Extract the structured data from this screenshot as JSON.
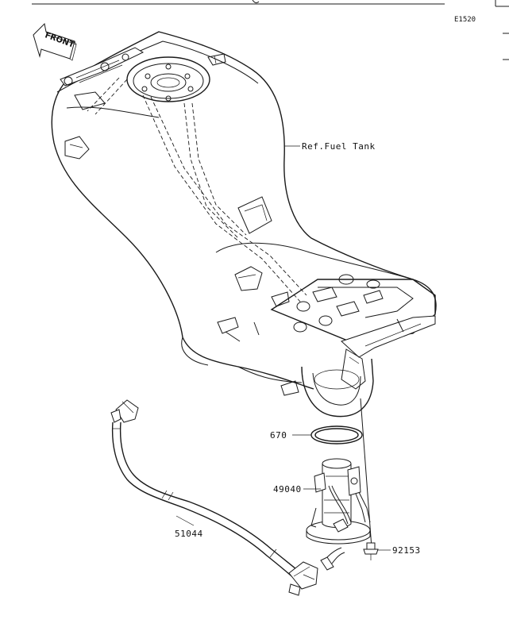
{
  "diagram_code": "E1520",
  "front_label": "FRONT",
  "labels": {
    "fuel_tank_ref": "Ref.Fuel Tank",
    "o_ring": "670",
    "fuel_pump": "49040",
    "fuel_hose": "51044",
    "bolt": "92153"
  }
}
